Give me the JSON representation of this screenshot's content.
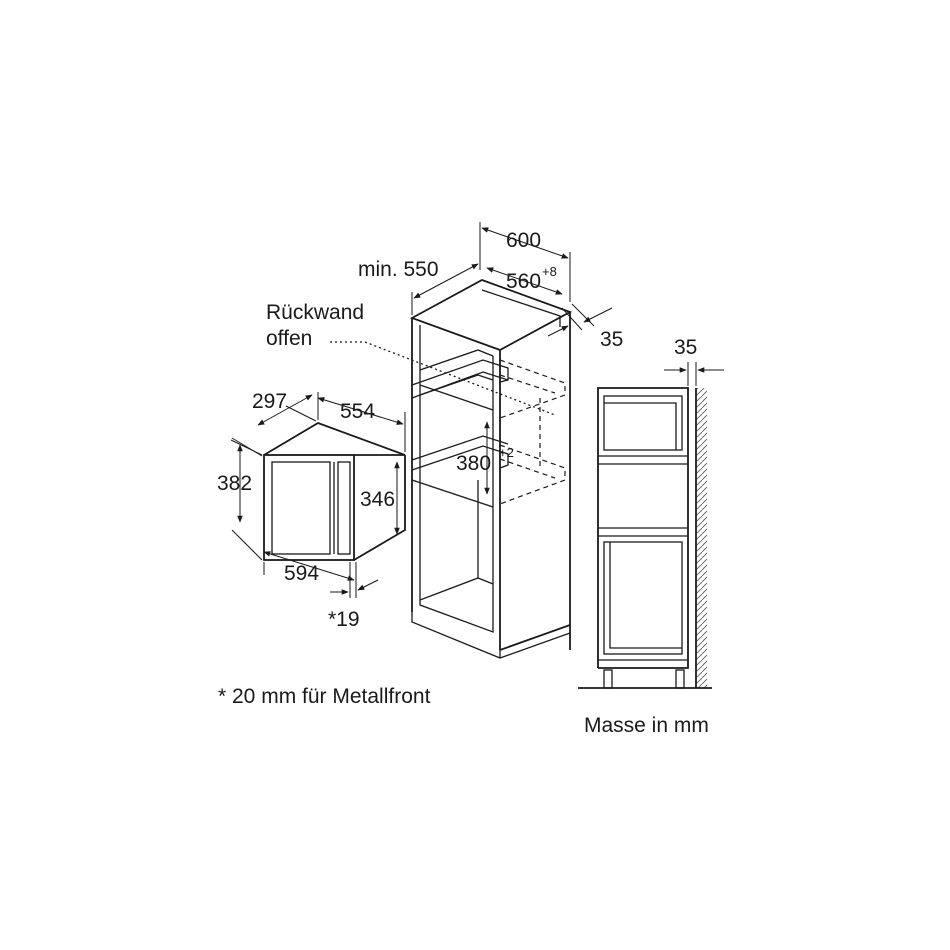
{
  "microwave": {
    "depth": "297",
    "width_depth": "554",
    "height_outer": "382",
    "height_inner": "346",
    "width_front": "594",
    "front_thickness": "*19"
  },
  "cabinet": {
    "width": "600",
    "min_depth": "min. 550",
    "niche_width": "560",
    "niche_width_tolerance": "+8",
    "side_offset": "35",
    "niche_height": "380",
    "niche_height_tolerance": "+2",
    "rear_label_line1": "Rückwand",
    "rear_label_line2": "offen"
  },
  "side_view": {
    "wall_gap": "35"
  },
  "footnote": "* 20 mm für Metallfront",
  "units_note": "Masse in mm"
}
